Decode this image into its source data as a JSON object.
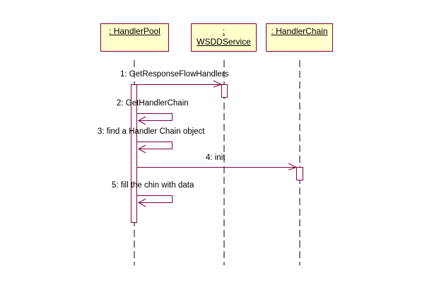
{
  "diagram": {
    "type": "UML sequence diagram",
    "line_color": "#800040",
    "box_fill": "#ffffcc",
    "objects": [
      {
        "id": "handlerpool",
        "label_line1": ": HandlerPool",
        "label_line2": ""
      },
      {
        "id": "wsddservice",
        "label_line1": ":",
        "label_line2": "WSDDService"
      },
      {
        "id": "handlerchain",
        "label_line1": ": HandlerChain",
        "label_line2": ""
      }
    ],
    "messages": [
      {
        "seq": 1,
        "label": "1: GetResponseFlowHandlers",
        "from": "handlerpool",
        "to": "wsddservice"
      },
      {
        "seq": 2,
        "label": "2: GetHandlerChain",
        "from": "handlerpool",
        "to": "handlerpool"
      },
      {
        "seq": 3,
        "label": "3: find a Handler Chain object",
        "from": "handlerpool",
        "to": "handlerpool"
      },
      {
        "seq": 4,
        "label": "4: init",
        "from": "handlerpool",
        "to": "handlerchain"
      },
      {
        "seq": 5,
        "label": "5: fill the chin with data",
        "from": "handlerpool",
        "to": "handlerpool"
      }
    ]
  }
}
